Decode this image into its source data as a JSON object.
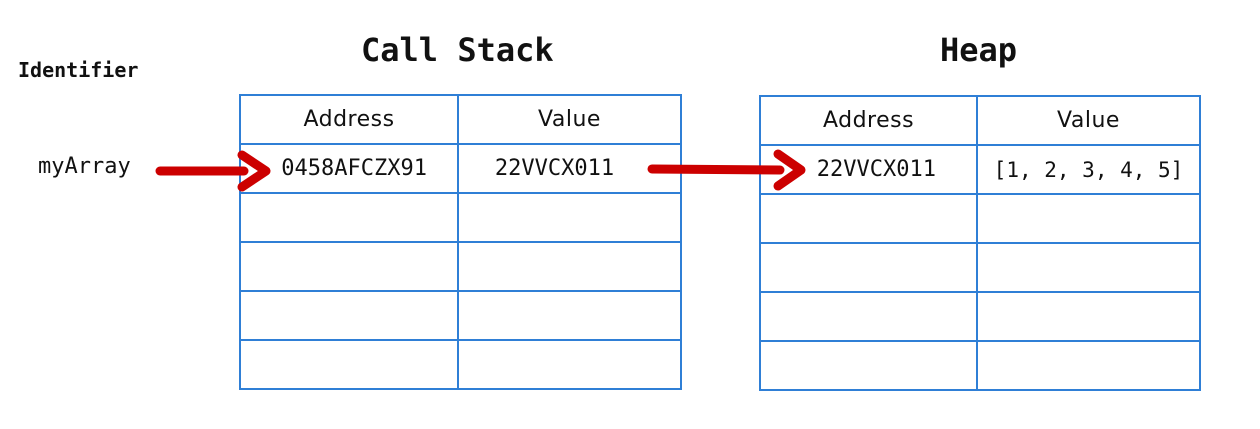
{
  "identifier": {
    "header": "Identifier",
    "name": "myArray"
  },
  "call_stack": {
    "title": "Call Stack",
    "columns": [
      "Address",
      "Value"
    ],
    "rows": [
      {
        "address": "0458AFCZX91",
        "value": "22VVCX011"
      },
      {
        "address": "",
        "value": ""
      },
      {
        "address": "",
        "value": ""
      },
      {
        "address": "",
        "value": ""
      },
      {
        "address": "",
        "value": ""
      }
    ]
  },
  "heap": {
    "title": "Heap",
    "columns": [
      "Address",
      "Value"
    ],
    "rows": [
      {
        "address": "22VVCX011",
        "value": "[1, 2, 3, 4, 5]"
      },
      {
        "address": "",
        "value": ""
      },
      {
        "address": "",
        "value": ""
      },
      {
        "address": "",
        "value": ""
      },
      {
        "address": "",
        "value": ""
      }
    ]
  },
  "colors": {
    "grid": "#2f7fd6",
    "arrow": "#cc0000",
    "text": "#111111"
  }
}
